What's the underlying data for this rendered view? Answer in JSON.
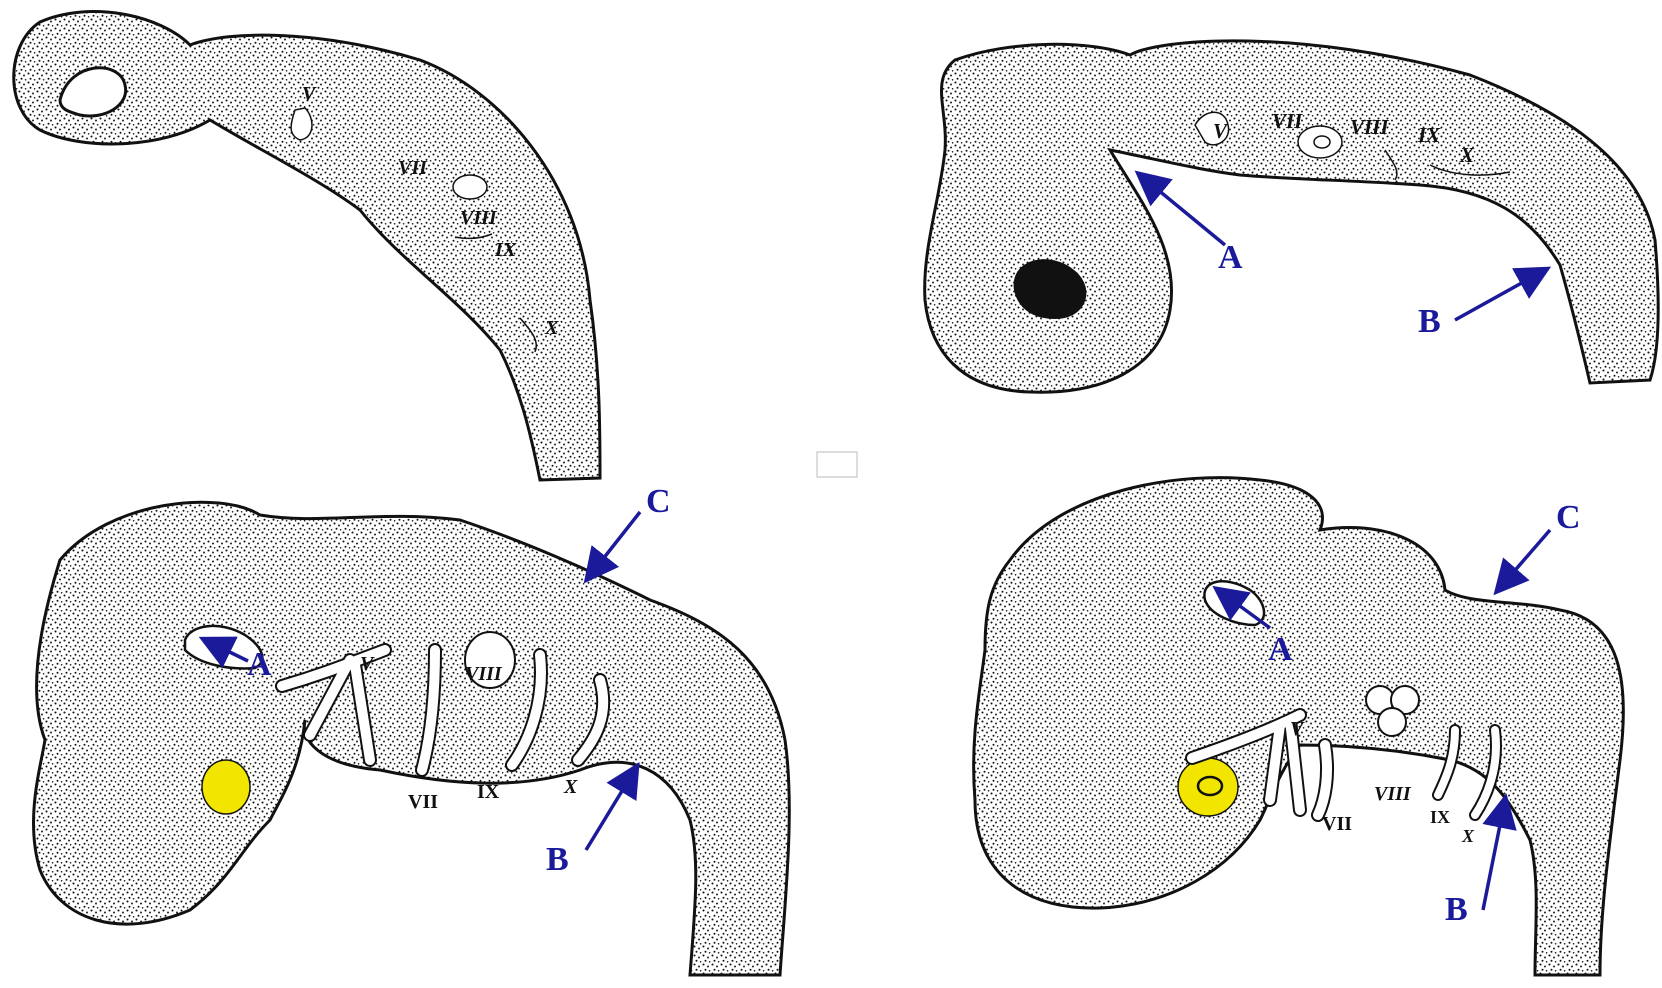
{
  "colors": {
    "tissue": "#e9e9e9",
    "outline": "#111111",
    "arrow": "#1a1a9a",
    "eye": "#f2e600",
    "background": "#ffffff"
  },
  "panels": {
    "top_left": {
      "nerves": [
        "V",
        "VII",
        "VIII",
        "IX",
        "X"
      ]
    },
    "top_right": {
      "nerves": [
        "V",
        "VII",
        "VIII",
        "IX",
        "X"
      ],
      "callouts": [
        "A",
        "B"
      ]
    },
    "bottom_left": {
      "nerves": [
        "V",
        "VIII",
        "VII",
        "IX",
        "X"
      ],
      "callouts": [
        "A",
        "B",
        "C"
      ]
    },
    "bottom_right": {
      "nerves": [
        "V",
        "VII",
        "VIII",
        "IX",
        "X"
      ],
      "callouts": [
        "A",
        "B",
        "C"
      ]
    }
  }
}
